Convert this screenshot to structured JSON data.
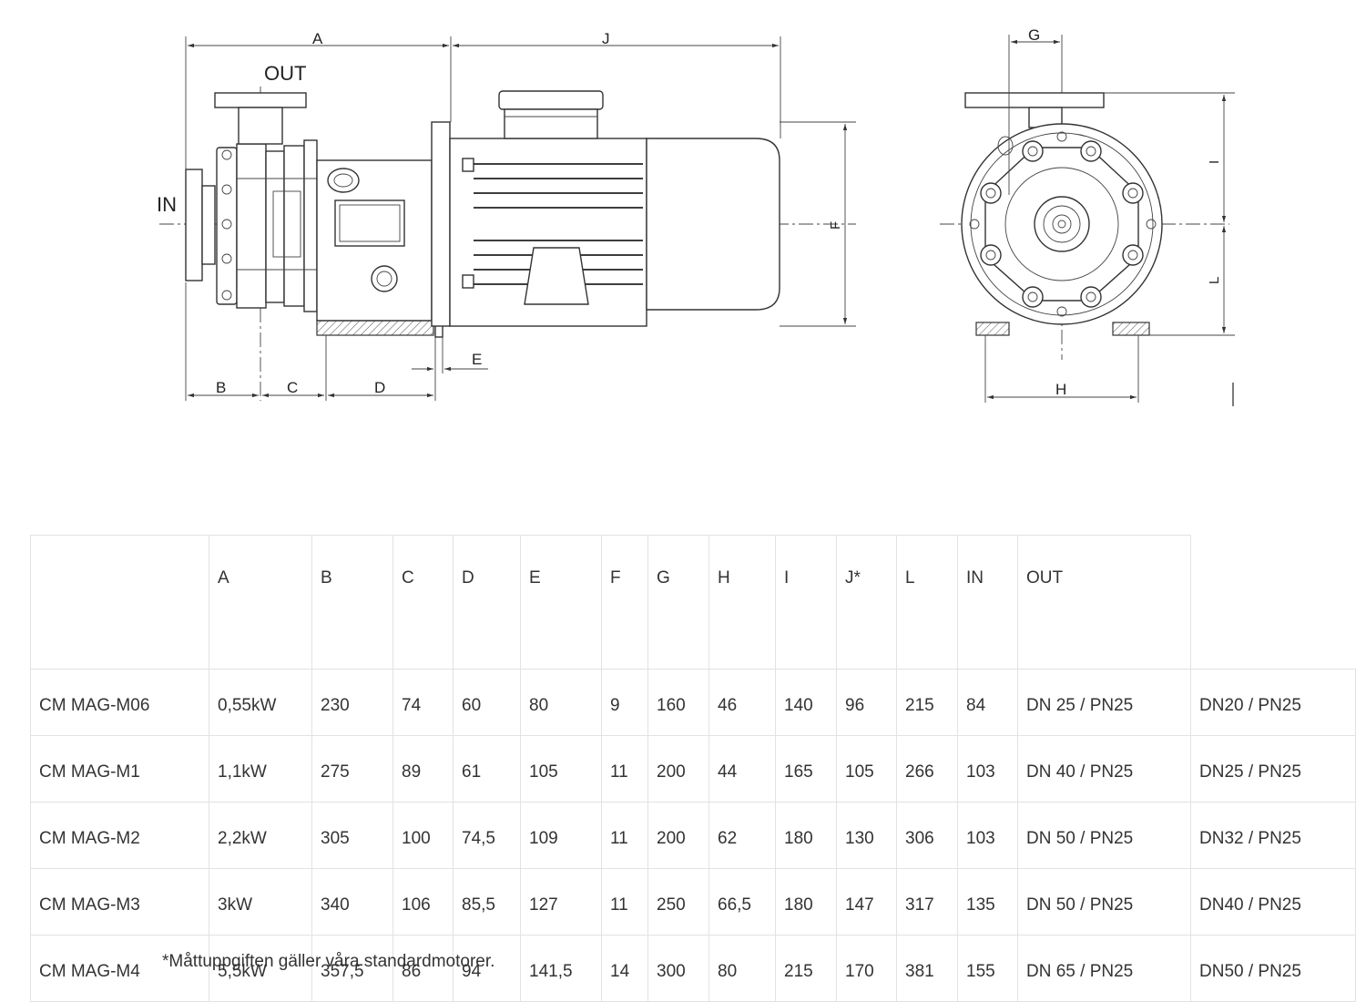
{
  "drawing": {
    "labels": {
      "A": "A",
      "J": "J",
      "OUT": "OUT",
      "IN": "IN",
      "F": "F",
      "B": "B",
      "C": "C",
      "D": "D",
      "E": "E",
      "G": "G",
      "I": "I",
      "L": "L",
      "H": "H"
    }
  },
  "table": {
    "headers": [
      "",
      "A",
      "B",
      "C",
      "D",
      "E",
      "F",
      "G",
      "H",
      "I",
      "J*",
      "L",
      "IN",
      "OUT"
    ],
    "rows": [
      [
        "CM MAG-M06",
        "0,55kW",
        "230",
        "74",
        "60",
        "80",
        "9",
        "160",
        "46",
        "140",
        "96",
        "215",
        "84",
        "DN 25 / PN25",
        "DN20 / PN25"
      ],
      [
        "CM MAG-M1",
        "1,1kW",
        "275",
        "89",
        "61",
        "105",
        "11",
        "200",
        "44",
        "165",
        "105",
        "266",
        "103",
        "DN 40 / PN25",
        "DN25 / PN25"
      ],
      [
        "CM MAG-M2",
        "2,2kW",
        "305",
        "100",
        "74,5",
        "109",
        "11",
        "200",
        "62",
        "180",
        "130",
        "306",
        "103",
        "DN 50 / PN25",
        "DN32 / PN25"
      ],
      [
        "CM MAG-M3",
        "3kW",
        "340",
        "106",
        "85,5",
        "127",
        "11",
        "250",
        "66,5",
        "180",
        "147",
        "317",
        "135",
        "DN 50 / PN25",
        "DN40 / PN25"
      ],
      [
        "CM MAG-M4",
        "5,5kW",
        "357,5",
        "86",
        "94",
        "141,5",
        "14",
        "300",
        "80",
        "215",
        "170",
        "381",
        "155",
        "DN 65 / PN25",
        "DN50 / PN25"
      ]
    ]
  },
  "footnote": "*Måttuppgiften gäller våra standardmotorer."
}
